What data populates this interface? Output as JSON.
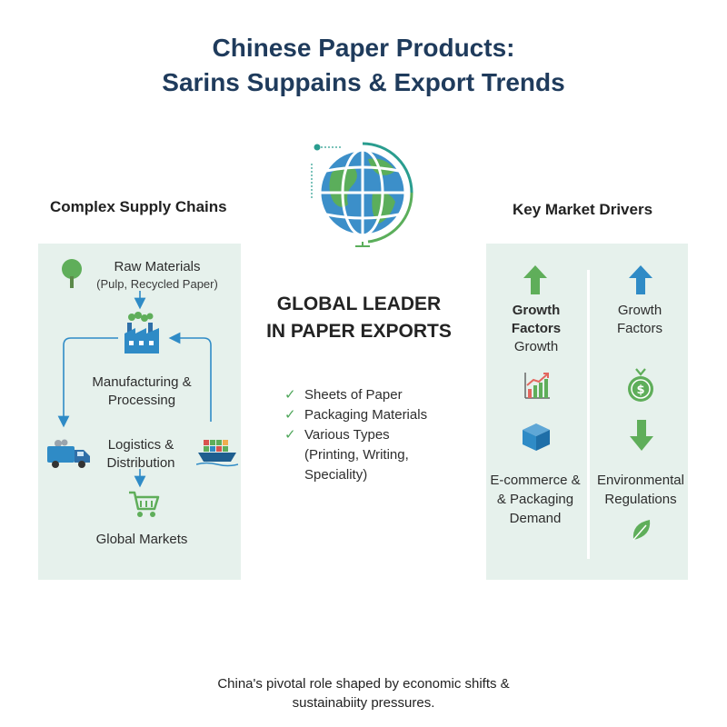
{
  "title": {
    "line1": "Chinese Paper Products:",
    "line2": "Sarins Suppains & Export Trends"
  },
  "left": {
    "heading": "Complex Supply Chains",
    "raw_materials": "Raw Materials",
    "raw_materials_sub": "(Pulp, Recycled Paper)",
    "manufacturing_1": "Manufacturing &",
    "manufacturing_2": "Processing",
    "logistics_1": "Logistics &",
    "logistics_2": "Distribution",
    "global_markets": "Global Markets"
  },
  "center": {
    "heading_1": "GLOBAL LEADER",
    "heading_2": "IN PAPER EXPORTS",
    "items": [
      "Sheets of Paper",
      "Packaging Materials",
      "Various Types"
    ],
    "sub_1": "(Printing, Writing,",
    "sub_2": "Speciality)"
  },
  "right": {
    "heading": "Key Market Drivers",
    "col1_line1": "Growth",
    "col1_line2": "Factors",
    "col1_line3": "Growth",
    "col2_line1": "Growth",
    "col2_line2": "Factors",
    "col1_bottom_1": "E-commerce &",
    "col1_bottom_2": "& Packaging",
    "col1_bottom_3": "Demand",
    "col2_bottom_1": "Environmental",
    "col2_bottom_2": "Regulations"
  },
  "footer": {
    "line1": "China's pivotal role shaped by economic shifts &",
    "line2": "sustainabiity pressures."
  },
  "colors": {
    "title": "#1f3b5c",
    "panel": "#e6f1ec",
    "green": "#4ea65a",
    "blue": "#2f8bc6"
  }
}
